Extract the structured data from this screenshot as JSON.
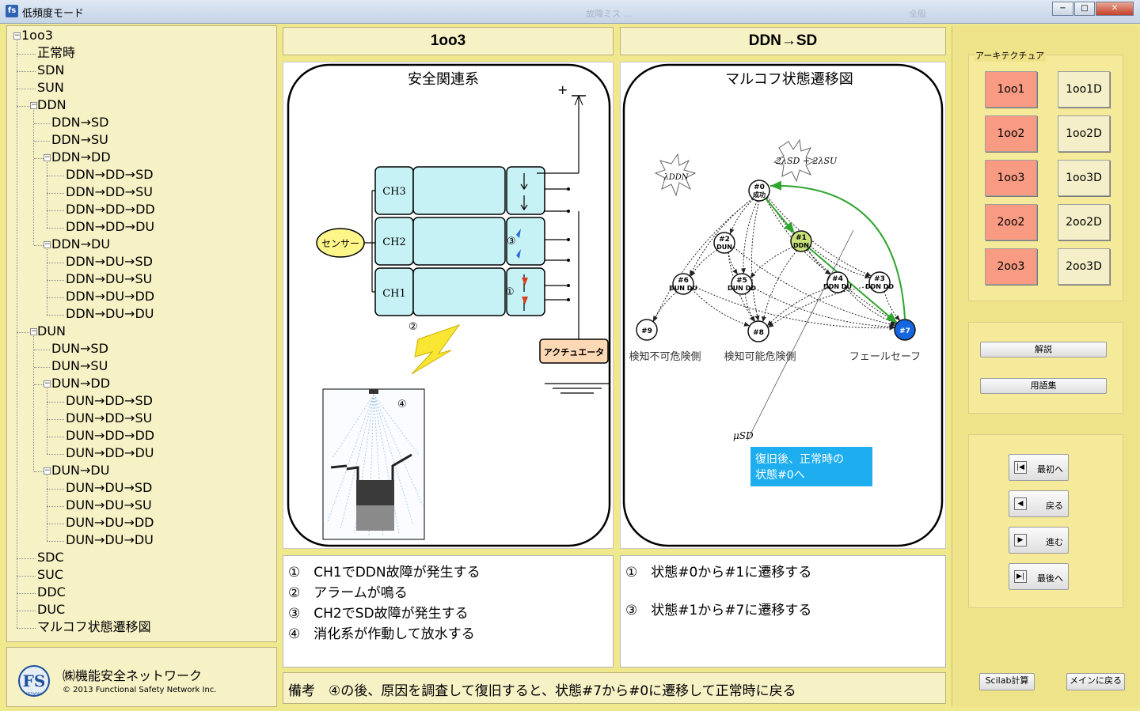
{
  "window": {
    "title": "低頻度モード",
    "icon_text": "fs",
    "ghost_left": "故障ミス ...",
    "ghost_right": "全般",
    "controls": [
      "−",
      "□",
      "✕"
    ]
  },
  "tree": [
    {
      "label": "1oo3",
      "level": 0,
      "toggle": "−"
    },
    {
      "label": "正常時",
      "level": 1
    },
    {
      "label": "SDN",
      "level": 1
    },
    {
      "label": "SUN",
      "level": 1
    },
    {
      "label": "DDN",
      "level": 1,
      "toggle": "−"
    },
    {
      "label": "DDN→SD",
      "level": 2
    },
    {
      "label": "DDN→SU",
      "level": 2
    },
    {
      "label": "DDN→DD",
      "level": 2,
      "toggle": "−"
    },
    {
      "label": "DDN→DD→SD",
      "level": 3
    },
    {
      "label": "DDN→DD→SU",
      "level": 3
    },
    {
      "label": "DDN→DD→DD",
      "level": 3
    },
    {
      "label": "DDN→DD→DU",
      "level": 3
    },
    {
      "label": "DDN→DU",
      "level": 2,
      "toggle": "−"
    },
    {
      "label": "DDN→DU→SD",
      "level": 3
    },
    {
      "label": "DDN→DU→SU",
      "level": 3
    },
    {
      "label": "DDN→DU→DD",
      "level": 3
    },
    {
      "label": "DDN→DU→DU",
      "level": 3
    },
    {
      "label": "DUN",
      "level": 1,
      "toggle": "−"
    },
    {
      "label": "DUN→SD",
      "level": 2
    },
    {
      "label": "DUN→SU",
      "level": 2
    },
    {
      "label": "DUN→DD",
      "level": 2,
      "toggle": "−"
    },
    {
      "label": "DUN→DD→SD",
      "level": 3
    },
    {
      "label": "DUN→DD→SU",
      "level": 3
    },
    {
      "label": "DUN→DD→DD",
      "level": 3
    },
    {
      "label": "DUN→DD→DU",
      "level": 3
    },
    {
      "label": "DUN→DU",
      "level": 2,
      "toggle": "−"
    },
    {
      "label": "DUN→DU→SD",
      "level": 3
    },
    {
      "label": "DUN→DU→SU",
      "level": 3
    },
    {
      "label": "DUN→DU→DD",
      "level": 3
    },
    {
      "label": "DUN→DU→DU",
      "level": 3
    },
    {
      "label": "SDC",
      "level": 1
    },
    {
      "label": "SUC",
      "level": 1
    },
    {
      "label": "DDC",
      "level": 1
    },
    {
      "label": "DUC",
      "level": 1
    },
    {
      "label": "マルコフ状態遷移図",
      "level": 1
    }
  ],
  "branding": {
    "org": "㈱機能安全ネットワーク",
    "copyright": "© 2013 Functional Safety Network Inc.",
    "logo_text": "FS",
    "logo_subtext": "NETWORK"
  },
  "headers": {
    "left": "1oo3",
    "right": "DDN→SD"
  },
  "left_figure": {
    "title": "安全関連系",
    "sensor": "センサー",
    "channels": [
      "CH3",
      "CH2",
      "CH1"
    ],
    "actuator": "アクチュエータ",
    "plus": "+",
    "markers": [
      "①",
      "②",
      "③",
      "④"
    ]
  },
  "right_figure": {
    "title": "マルコフ状態遷移図",
    "lambda_ddn": "λDDN",
    "lambda_sd": "2λSD + 2λSU",
    "mu_sd": "μSD",
    "states": [
      {
        "id": "#0",
        "sub": "成功"
      },
      {
        "id": "#1",
        "sub": "DDN"
      },
      {
        "id": "#2",
        "sub": "DUN"
      },
      {
        "id": "#3",
        "sub": "DDN DD"
      },
      {
        "id": "#4",
        "sub": "DDN DU"
      },
      {
        "id": "#5",
        "sub": "DUN DD"
      },
      {
        "id": "#6",
        "sub": "DUN DU"
      },
      {
        "id": "#7",
        "sub": ""
      },
      {
        "id": "#8",
        "sub": ""
      },
      {
        "id": "#9",
        "sub": ""
      }
    ],
    "group_labels": [
      "検知不可危険側",
      "検知可能危険側",
      "フェールセーフ"
    ],
    "note": "復旧後、正常時の状態#0へ",
    "colors": {
      "state_ddn": "#c9e27a",
      "state_safe": "#1565e0",
      "note_bg": "#1eaef0",
      "path": "#2fa52f"
    }
  },
  "left_steps": [
    "①　CH1でDDN故障が発生する",
    "②　アラームが鳴る",
    "③　CH2でSD故障が発生する",
    "④　消化系が作動して放水する"
  ],
  "right_steps": [
    "①　状態#0から#1に遷移する",
    "③　状態#1から#7に遷移する"
  ],
  "remark": "備考　④の後、原因を調査して復旧すると、状態#7から#0に遷移して正常時に戻る",
  "right_panel": {
    "arch_label": "アーキテクチュア",
    "arch_buttons": [
      {
        "label": "1oo1",
        "state": "sel"
      },
      {
        "label": "1oo1D",
        "state": "norm"
      },
      {
        "label": "1oo2",
        "state": "sel"
      },
      {
        "label": "1oo2D",
        "state": "norm"
      },
      {
        "label": "1oo3",
        "state": "sel"
      },
      {
        "label": "1oo3D",
        "state": "norm"
      },
      {
        "label": "2oo2",
        "state": "sel"
      },
      {
        "label": "2oo2D",
        "state": "norm"
      },
      {
        "label": "2oo3",
        "state": "sel"
      },
      {
        "label": "2oo3D",
        "state": "norm"
      }
    ],
    "explain": "解説",
    "glossary": "用語集",
    "nav": [
      {
        "label": "最初へ",
        "icon": "|◀"
      },
      {
        "label": "戻る",
        "icon": "◀"
      },
      {
        "label": "進む",
        "icon": "▶"
      },
      {
        "label": "最後へ",
        "icon": "▶|"
      }
    ],
    "scilab": "Scilab計算",
    "back_main": "メインに戻る"
  }
}
